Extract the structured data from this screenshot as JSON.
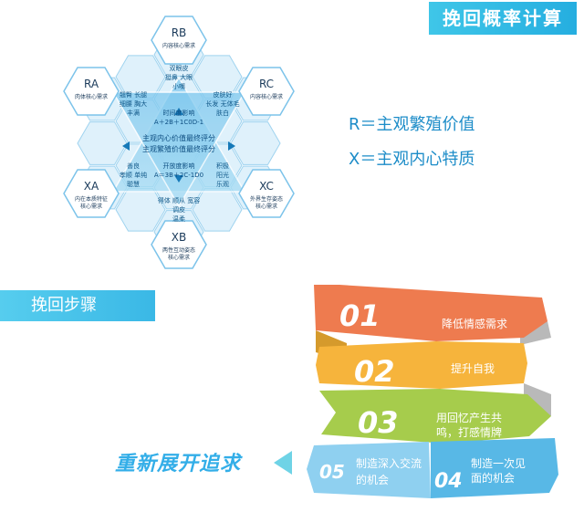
{
  "header": {
    "title": "挽回概率计算"
  },
  "formulas": {
    "r": "R＝主观繁殖价值",
    "x": "X＝主观内心特质"
  },
  "hexagon": {
    "nodes": [
      {
        "id": "RB",
        "label": "RB",
        "sub": "内容核心需求"
      },
      {
        "id": "RC",
        "label": "RC",
        "sub": "内容核心需求"
      },
      {
        "id": "RA",
        "label": "RA",
        "sub": "肉体核心需求"
      },
      {
        "id": "XC",
        "label": "XC",
        "sub": "外界生存姿态",
        "sub2": "核心需求"
      },
      {
        "id": "XA",
        "label": "XA",
        "sub": "内在本质特征",
        "sub2": "核心需求"
      },
      {
        "id": "XB",
        "label": "XB",
        "sub": "两性互动姿态",
        "sub2": "核心需求"
      }
    ],
    "traits": {
      "top": [
        "双眼皮",
        "挺鼻 大眼",
        "小嘴"
      ],
      "right_top": [
        "皮肤好",
        "长发 无体毛",
        "肤白"
      ],
      "left_top": [
        "翘臀 长腿",
        "细腰 胸大",
        "丰满"
      ],
      "right_bottom": [
        "积极",
        "阳光",
        "乐观"
      ],
      "left_bottom": [
        "善良",
        "孝顺 单纯",
        "聪慧"
      ],
      "bottom": [
        "得体 顺从 宽容",
        "调皮",
        "温柔"
      ]
    },
    "center": {
      "time_label": "时间度影响",
      "time_formula": "A＋2B＋1C0D-1",
      "inner_score": "主观内心价值最终评分",
      "repro_score": "主观繁殖价值最终评分",
      "open_label": "开放度影响",
      "open_formula": "A＝3B＋2C-1D0"
    }
  },
  "steps": {
    "badge": "挽回步骤",
    "items": [
      {
        "num": "01",
        "text": "降低情感需求"
      },
      {
        "num": "02",
        "text": "提升自我"
      },
      {
        "num": "03",
        "text": "用回忆产生共鸣，打感情牌",
        "line1": "用回忆产生共",
        "line2": "鸣，打感情牌"
      },
      {
        "num": "04",
        "text": "制造一次见面的机会",
        "line1": "制造一次见",
        "line2": "面的机会"
      },
      {
        "num": "05",
        "text": "制造深入交流的机会",
        "line1": "制造深入交流",
        "line2": "的机会"
      }
    ],
    "final": "重新展开追求"
  },
  "colors": {
    "hex_fill": "#dff1fb",
    "hex_stroke": "#9fd3ef",
    "tri_fill": "#8fd0f0",
    "step01": "#ee7b4f",
    "step02": "#f6b43c",
    "step03": "#a6cc4c",
    "step04": "#58b8e6",
    "step05": "#58b8e6",
    "accent": "#33aee8"
  }
}
